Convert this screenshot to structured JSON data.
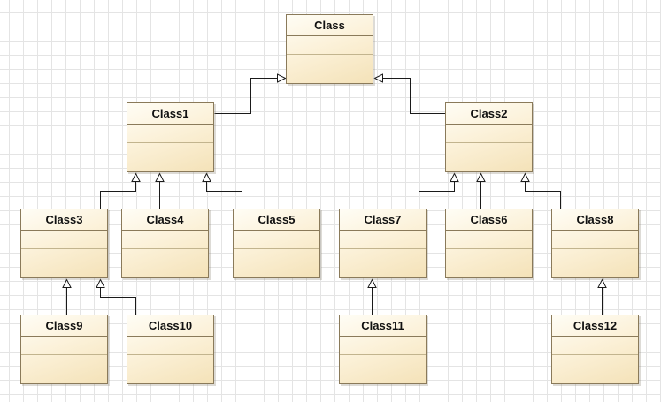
{
  "diagram": {
    "classes": [
      {
        "id": "class",
        "name": "Class"
      },
      {
        "id": "class1",
        "name": "Class1"
      },
      {
        "id": "class2",
        "name": "Class2"
      },
      {
        "id": "class3",
        "name": "Class3"
      },
      {
        "id": "class4",
        "name": "Class4"
      },
      {
        "id": "class5",
        "name": "Class5"
      },
      {
        "id": "class7",
        "name": "Class7"
      },
      {
        "id": "class6",
        "name": "Class6"
      },
      {
        "id": "class8",
        "name": "Class8"
      },
      {
        "id": "class9",
        "name": "Class9"
      },
      {
        "id": "class10",
        "name": "Class10"
      },
      {
        "id": "class11",
        "name": "Class11"
      },
      {
        "id": "class12",
        "name": "Class12"
      }
    ],
    "generalizations": [
      {
        "child": "class1",
        "parent": "class"
      },
      {
        "child": "class2",
        "parent": "class"
      },
      {
        "child": "class3",
        "parent": "class1"
      },
      {
        "child": "class4",
        "parent": "class1"
      },
      {
        "child": "class5",
        "parent": "class1"
      },
      {
        "child": "class7",
        "parent": "class2"
      },
      {
        "child": "class6",
        "parent": "class2"
      },
      {
        "child": "class8",
        "parent": "class2"
      },
      {
        "child": "class9",
        "parent": "class3"
      },
      {
        "child": "class10",
        "parent": "class3"
      },
      {
        "child": "class11",
        "parent": "class7"
      },
      {
        "child": "class12",
        "parent": "class8"
      }
    ]
  }
}
